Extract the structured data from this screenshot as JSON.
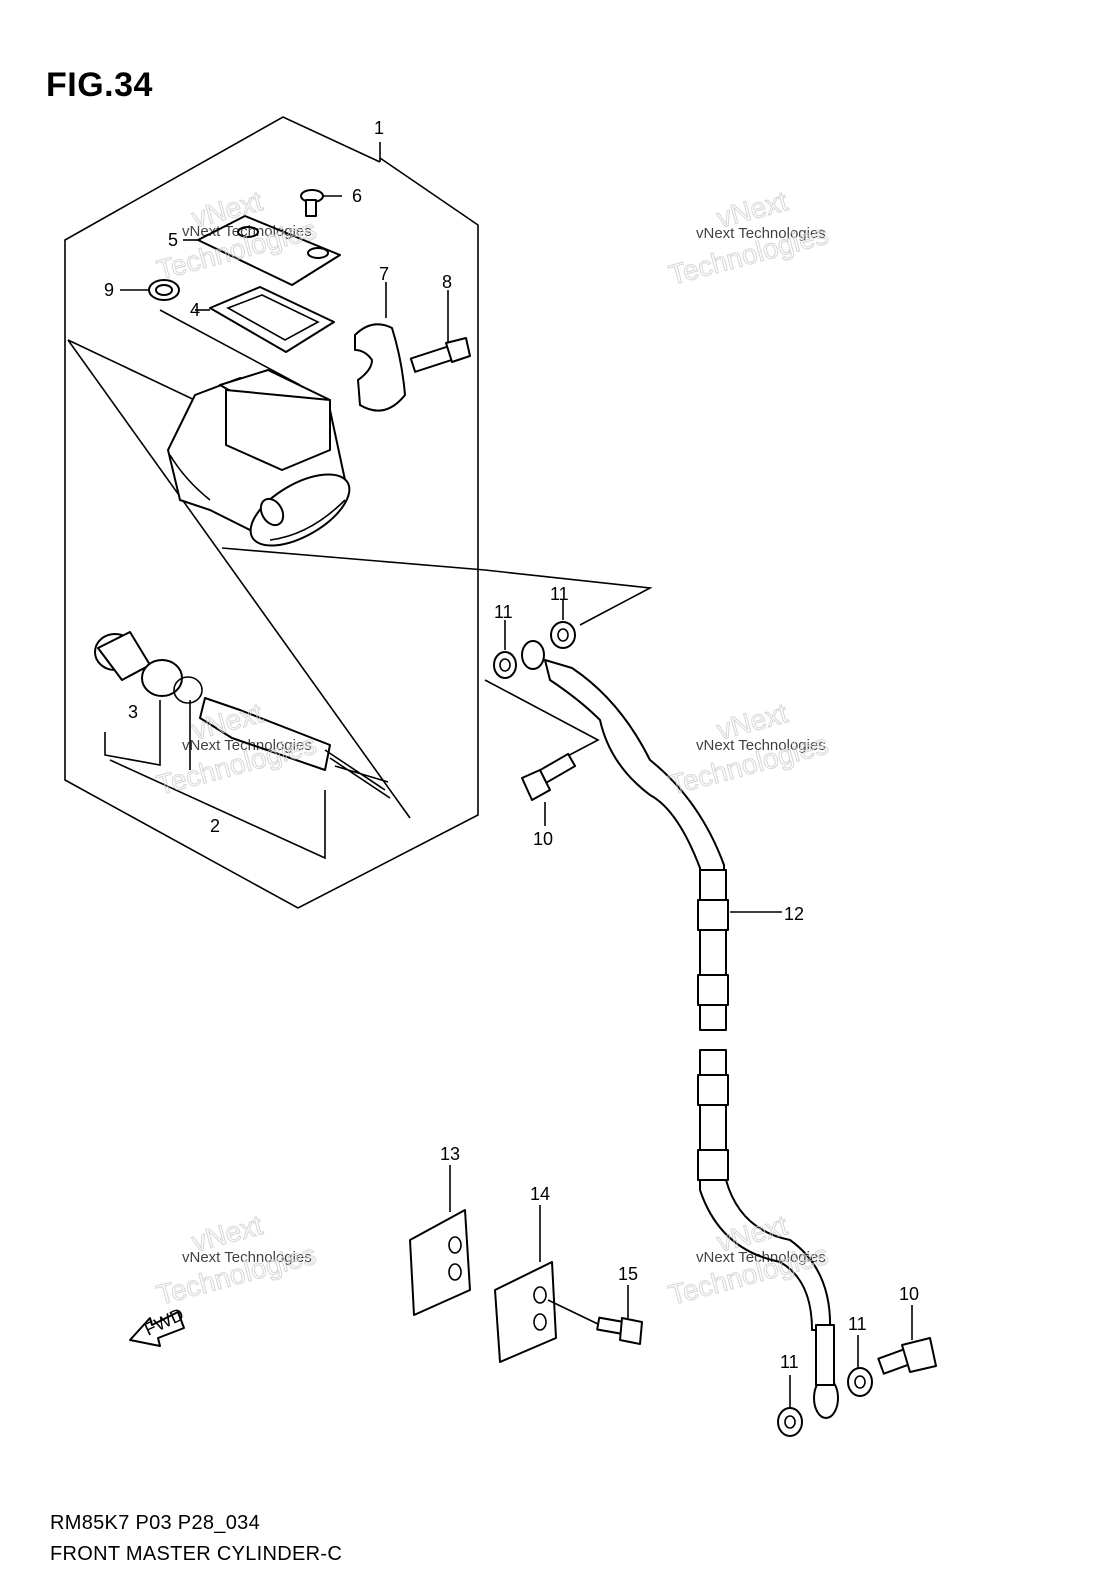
{
  "figure": {
    "title": "FIG.34",
    "code": "RM85K7 P03 P28_034",
    "caption": "FRONT MASTER CYLINDER-C"
  },
  "watermark": {
    "small": "vNext Technologies",
    "big_line1": "vNext",
    "big_line2": "Technologies"
  },
  "callouts": [
    "1",
    "2",
    "3",
    "4",
    "5",
    "6",
    "7",
    "8",
    "9",
    "10",
    "10",
    "11",
    "11",
    "11",
    "11",
    "11",
    "12",
    "13",
    "14",
    "15"
  ],
  "fwd_label": "FWD"
}
